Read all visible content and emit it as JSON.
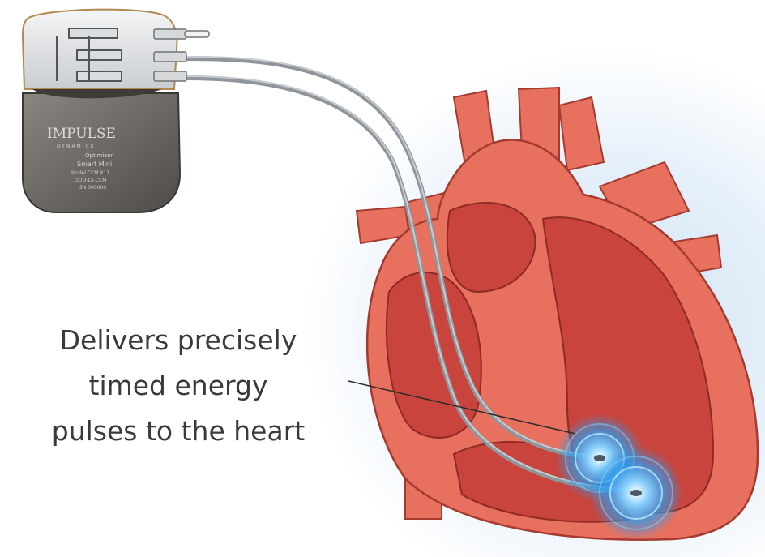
{
  "device": {
    "brand": "IMPULSE",
    "brand_sub": "DYNAMICS",
    "product_lines": [
      "Optimizer",
      "Smart Mini",
      "Model CCM X11",
      "OOO-LS-CCM",
      "SN 000000"
    ]
  },
  "caption": {
    "lines": [
      "Delivers precisely",
      "timed energy",
      "pulses to the heart"
    ]
  },
  "colors": {
    "heart_outer": "#e8705e",
    "heart_inner": "#c8443c",
    "lead_wire": "#8f959b",
    "pulse_glow": "#2a9df0",
    "device_case": "#6e6a66"
  }
}
